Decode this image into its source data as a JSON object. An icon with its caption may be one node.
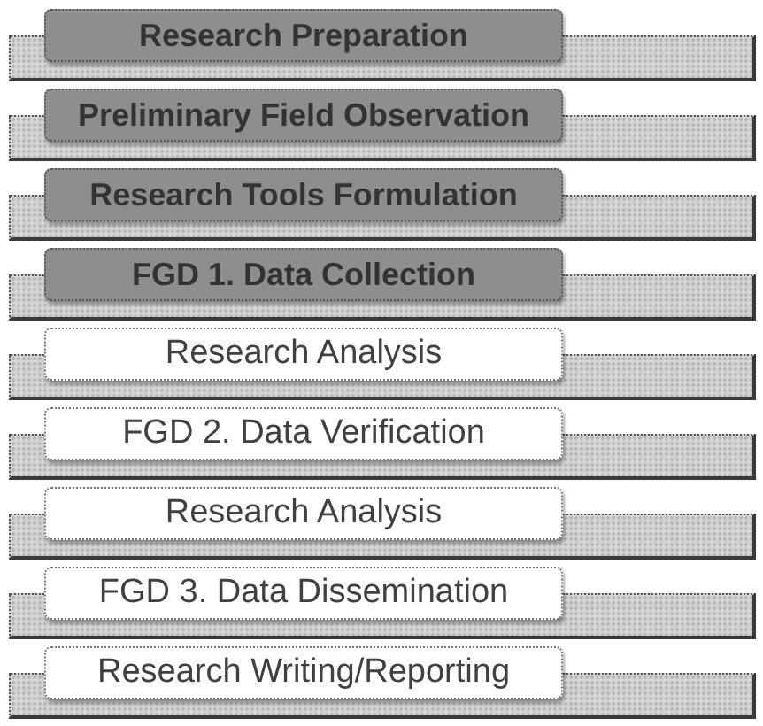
{
  "diagram": {
    "nodes": [
      {
        "text": [
          "Research Preparation"
        ]
      },
      {
        "text": [
          "Preliminary Field Observation"
        ]
      },
      {
        "text": [
          "Research Tools Formulation"
        ]
      },
      {
        "text": [
          "FGD 1. Data Collection"
        ]
      },
      {
        "text": [
          "Research Analysis"
        ]
      },
      {
        "text": [
          "FGD 2. Data Verification"
        ]
      },
      {
        "text": [
          "Research Analysis"
        ]
      },
      {
        "text": [
          "FGD 3. Data Dissemination"
        ]
      },
      {
        "text": [
          "Research Writing/Reporting"
        ]
      }
    ]
  }
}
